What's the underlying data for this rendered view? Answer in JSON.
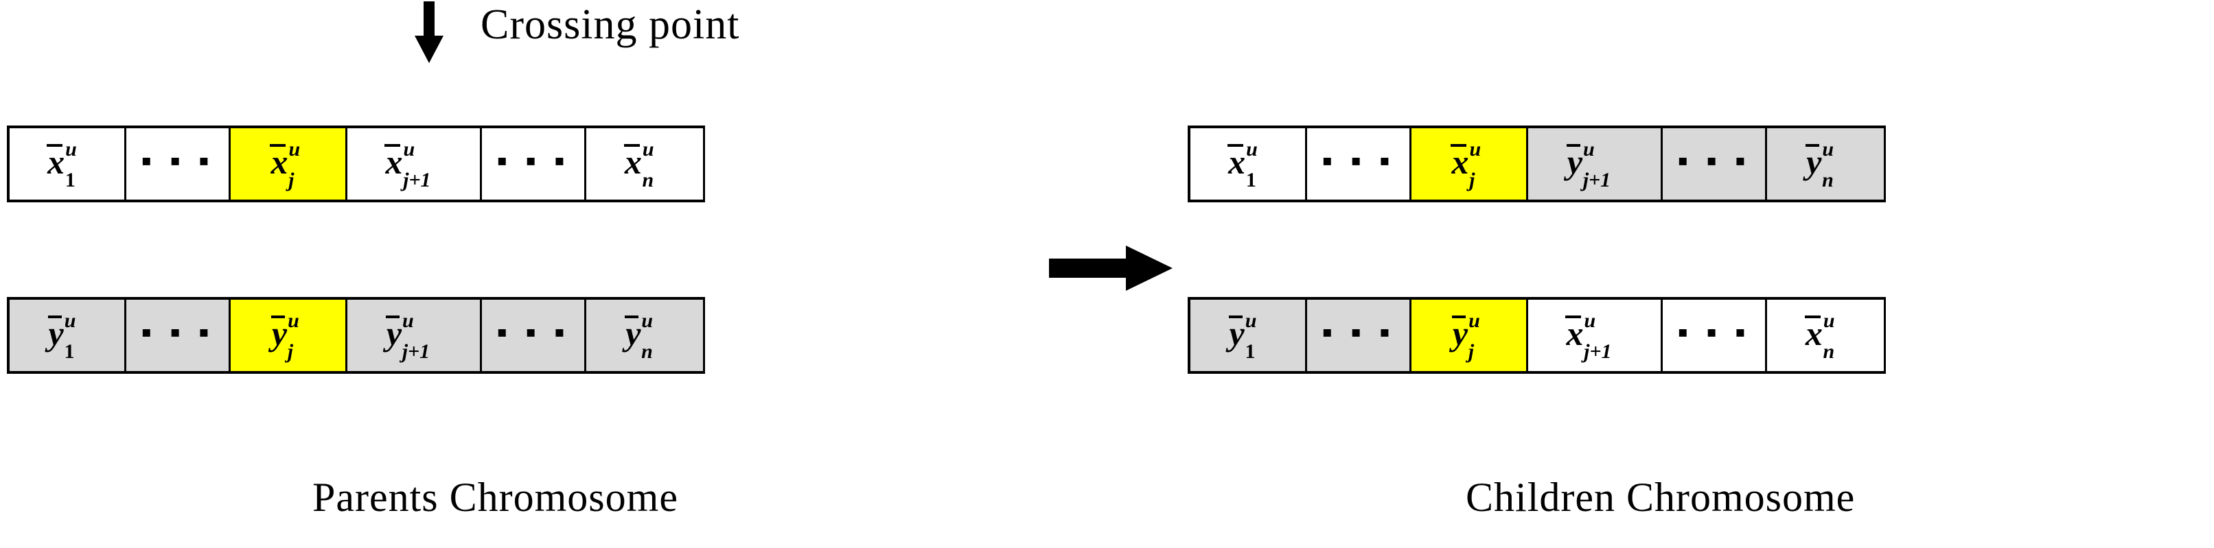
{
  "figure": {
    "crossing_point_label": "Crossing point",
    "arrow_down_icon": "arrow-down-icon",
    "transform_arrow_icon": "arrow-right-icon"
  },
  "colors": {
    "highlight": "#ffff00",
    "parent_y_fill": "#d9d9d9",
    "parent_x_fill": "#ffffff",
    "border": "#000000"
  },
  "groups": [
    {
      "id": "parents",
      "caption": "Parents Chromosome",
      "rows": [
        {
          "id": "parent-1",
          "cells": [
            {
              "kind": "gene",
              "var": "x",
              "sub": "1",
              "sup": "u",
              "fill": "white"
            },
            {
              "kind": "ellipsis",
              "text": "▪ ▪ ▪",
              "fill": "white"
            },
            {
              "kind": "gene",
              "var": "x",
              "sub": "j",
              "sup": "u",
              "fill": "yellow"
            },
            {
              "kind": "gene",
              "var": "x",
              "sub": "j+1",
              "sup": "u",
              "fill": "white"
            },
            {
              "kind": "ellipsis",
              "text": "▪ ▪ ▪",
              "fill": "white"
            },
            {
              "kind": "gene",
              "var": "x",
              "sub": "n",
              "sup": "u",
              "fill": "white"
            }
          ]
        },
        {
          "id": "parent-2",
          "cells": [
            {
              "kind": "gene",
              "var": "y",
              "sub": "1",
              "sup": "u",
              "fill": "gray"
            },
            {
              "kind": "ellipsis",
              "text": "▪ ▪ ▪",
              "fill": "gray"
            },
            {
              "kind": "gene",
              "var": "y",
              "sub": "j",
              "sup": "u",
              "fill": "yellow"
            },
            {
              "kind": "gene",
              "var": "y",
              "sub": "j+1",
              "sup": "u",
              "fill": "gray"
            },
            {
              "kind": "ellipsis",
              "text": "▪ ▪ ▪",
              "fill": "gray"
            },
            {
              "kind": "gene",
              "var": "y",
              "sub": "n",
              "sup": "u",
              "fill": "gray"
            }
          ]
        }
      ]
    },
    {
      "id": "children",
      "caption": "Children Chromosome",
      "rows": [
        {
          "id": "child-1",
          "cells": [
            {
              "kind": "gene",
              "var": "x",
              "sub": "1",
              "sup": "u",
              "fill": "white"
            },
            {
              "kind": "ellipsis",
              "text": "▪ ▪ ▪",
              "fill": "white"
            },
            {
              "kind": "gene",
              "var": "x",
              "sub": "j",
              "sup": "u",
              "fill": "yellow"
            },
            {
              "kind": "gene",
              "var": "y",
              "sub": "j+1",
              "sup": "u",
              "fill": "gray"
            },
            {
              "kind": "ellipsis",
              "text": "▪ ▪ ▪",
              "fill": "gray"
            },
            {
              "kind": "gene",
              "var": "y",
              "sub": "n",
              "sup": "u",
              "fill": "gray"
            }
          ]
        },
        {
          "id": "child-2",
          "cells": [
            {
              "kind": "gene",
              "var": "y",
              "sub": "1",
              "sup": "u",
              "fill": "gray"
            },
            {
              "kind": "ellipsis",
              "text": "▪ ▪ ▪",
              "fill": "gray"
            },
            {
              "kind": "gene",
              "var": "y",
              "sub": "j",
              "sup": "u",
              "fill": "yellow"
            },
            {
              "kind": "gene",
              "var": "x",
              "sub": "j+1",
              "sup": "u",
              "fill": "white"
            },
            {
              "kind": "ellipsis",
              "text": "▪ ▪ ▪",
              "fill": "white"
            },
            {
              "kind": "gene",
              "var": "x",
              "sub": "n",
              "sup": "u",
              "fill": "white"
            }
          ]
        }
      ]
    }
  ]
}
